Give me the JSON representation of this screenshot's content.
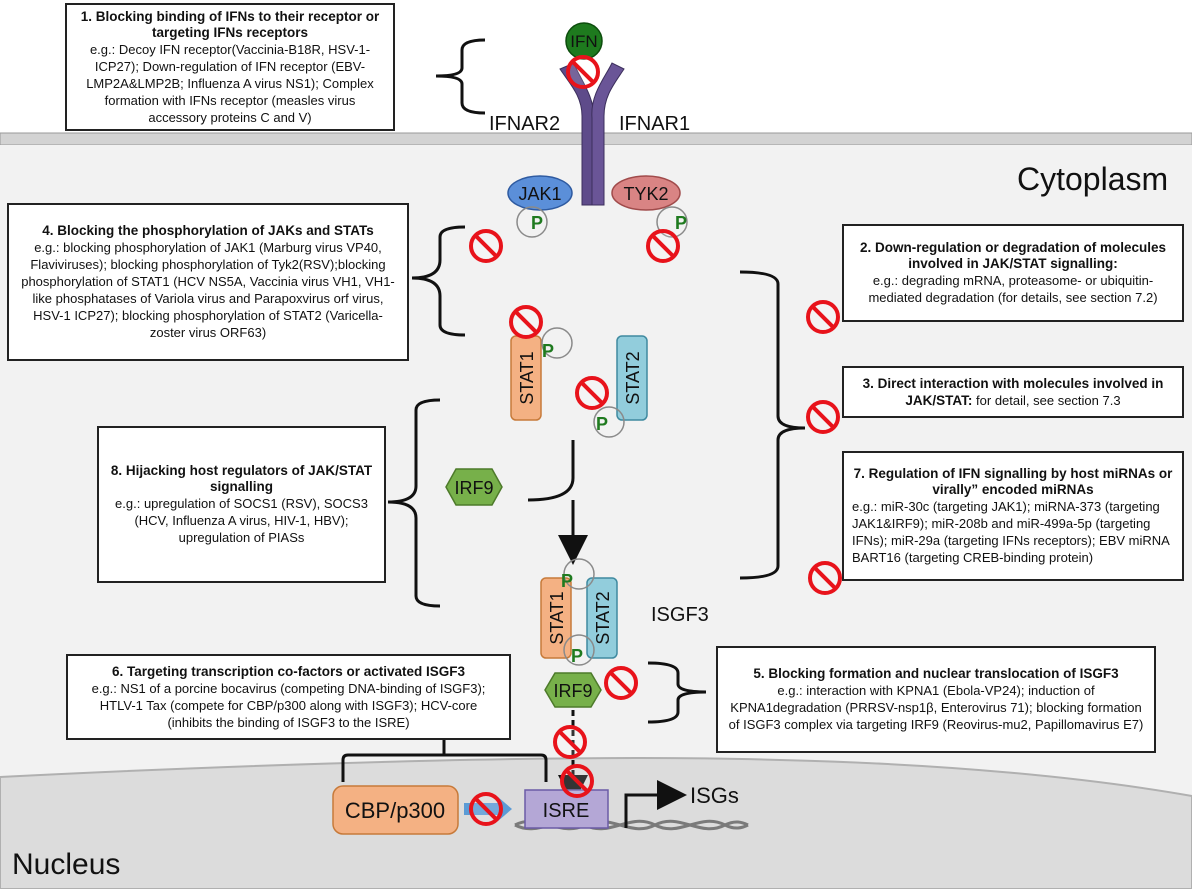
{
  "regions": {
    "cytoplasm": "Cytoplasm",
    "nucleus": "Nucleus"
  },
  "molecules": {
    "ifn": "IFN",
    "ifnar2": "IFNAR2",
    "ifnar1": "IFNAR1",
    "jak1": "JAK1",
    "tyk2": "TYK2",
    "stat1": "STAT1",
    "stat2": "STAT2",
    "irf9": "IRF9",
    "phospho": "P",
    "isgf3": "ISGF3",
    "cbp": "CBP/p300",
    "isre": "ISRE",
    "isgs": "ISGs"
  },
  "boxes": {
    "b1": {
      "title": "1. Blocking binding of IFNs to their receptor or targeting IFNs receptors",
      "body": "e.g.: Decoy IFN receptor(Vaccinia-B18R, HSV-1-ICP27); Down-regulation of IFN receptor (EBV-LMP2A&LMP2B; Influenza A virus NS1); Complex formation with IFNs receptor (measles virus accessory proteins C and V)"
    },
    "b2": {
      "title": "2. Down-regulation or degradation of molecules involved in JAK/STAT signalling:",
      "body": "e.g.: degrading mRNA, proteasome- or ubiquitin-mediated degradation (for details, see section 7.2)"
    },
    "b3": {
      "title": "3. Direct interaction with molecules involved in JAK/STAT:",
      "body": "for detail, see section 7.3"
    },
    "b4": {
      "title": "4. Blocking the phosphorylation of JAKs and STATs",
      "body": "e.g.: blocking phosphorylation of JAK1 (Marburg virus VP40, Flaviviruses); blocking phosphorylation of Tyk2(RSV);blocking phosphorylation of STAT1 (HCV NS5A, Vaccinia virus VH1, VH1-like phosphatases of Variola virus and Parapoxvirus orf virus, HSV-1 ICP27); blocking phosphorylation of STAT2 (Varicella-zoster virus ORF63)"
    },
    "b5": {
      "title": "5. Blocking formation and nuclear translocation of ISGF3",
      "body": "e.g.: interaction with KPNA1 (Ebola-VP24); induction of KPNA1degradation (PRRSV-nsp1β, Enterovirus 71); blocking formation of ISGF3 complex via targeting IRF9 (Reovirus-mu2, Papillomavirus E7)"
    },
    "b6": {
      "title": "6. Targeting transcription co-factors or activated ISGF3",
      "body": "e.g.: NS1 of a porcine bocavirus (competing DNA-binding of ISGF3); HTLV-1 Tax (compete for CBP/p300 along with ISGF3); HCV-core (inhibits the binding of ISGF3 to the ISRE)"
    },
    "b7": {
      "title": "7. Regulation of IFN signalling by host miRNAs or virally” encoded miRNAs",
      "body": "e.g.:  miR-30c (targeting JAK1); miRNA-373 (targeting JAK1&IRF9); miR-208b and miR-499a-5p (targeting IFNs); miR-29a (targeting IFNs receptors); EBV miRNA BART16 (targeting CREB-binding protein)"
    },
    "b8": {
      "title": "8. Hijacking host regulators of JAK/STAT signalling",
      "body": "e.g.: upregulation of SOCS1 (RSV), SOCS3 (HCV, Influenza A virus, HIV-1, HBV); upregulation of PIASs"
    }
  },
  "colors": {
    "ifn": "#1e7a1e",
    "receptor": "#5e4b8a",
    "jak1": "#5b8fd9",
    "tyk2": "#d98484",
    "stat1": "#f4b183",
    "stat2": "#92cddc",
    "irf9": "#77b04a",
    "cbp": "#f4b183",
    "isre": "#b4a7d6",
    "block": "#e8131b",
    "phospho": "#1f7a1f",
    "cytoplasm": "#f2f2f2",
    "nucleus": "#dcdcdc"
  }
}
